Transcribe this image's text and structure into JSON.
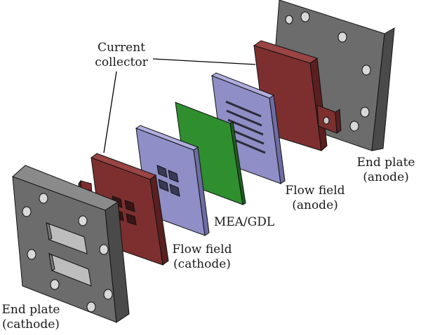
{
  "labels": {
    "current_collector": [
      "Current",
      "collector"
    ],
    "end_plate_anode": [
      "End plate",
      "(anode)"
    ],
    "flow_field_anode": [
      "Flow field",
      "(anode)"
    ],
    "mea_gdl": [
      "MEA/GDL"
    ],
    "flow_field_cathode": [
      "Flow field",
      "(cathode)"
    ],
    "end_plate_cathode": [
      "End plate",
      "(cathode)"
    ]
  },
  "colors": {
    "end_plate": "#6a6a6a",
    "current_collector": "#7a2e2e",
    "flow_field": "#8e8cc4",
    "mea_gdl": "#2e8b2e",
    "line": "#000000"
  }
}
